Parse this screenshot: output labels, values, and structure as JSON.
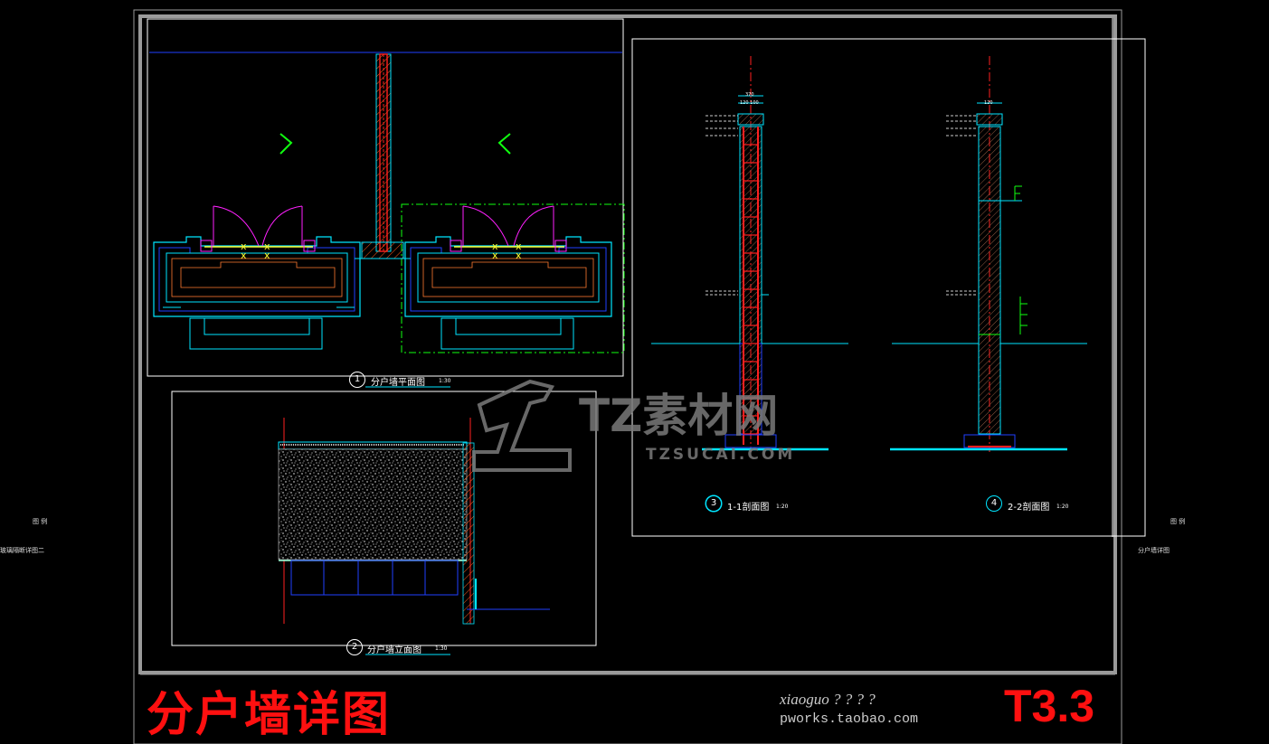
{
  "sheet": {
    "title": "分户墙详图",
    "number": "T3.3",
    "signature_line1": "xiaoguo ? ? ? ?",
    "signature_line2": "pworks.taobao.com"
  },
  "side_labels": {
    "left_top": "图 例",
    "left_bottom": "玻璃隔断详图二",
    "right_top": "图 例",
    "right_bottom": "分户墙详图"
  },
  "watermark": {
    "main": "TZ素材网",
    "sub": "TZSUCAI.COM"
  },
  "views": [
    {
      "num": "1",
      "caption": "分户墙平面图",
      "scale": "1:30"
    },
    {
      "num": "2",
      "caption": "分户墙立面图",
      "scale": "1:30"
    },
    {
      "num": "3",
      "caption": "1-1剖面图",
      "scale": "1:20"
    },
    {
      "num": "4",
      "caption": "2-2剖面图",
      "scale": "1:20"
    }
  ],
  "dims": {
    "sec1_top": "370",
    "sec1_sub": "120 100",
    "sec2_top": "120"
  },
  "colors": {
    "frame": "#9a9a9a",
    "cyan": "#00e5ff",
    "blue": "#2040ff",
    "red": "#ff2020",
    "magenta": "#ff20ff",
    "green": "#10ff10",
    "yellow": "#ffff30",
    "orange": "#ff6a20"
  }
}
